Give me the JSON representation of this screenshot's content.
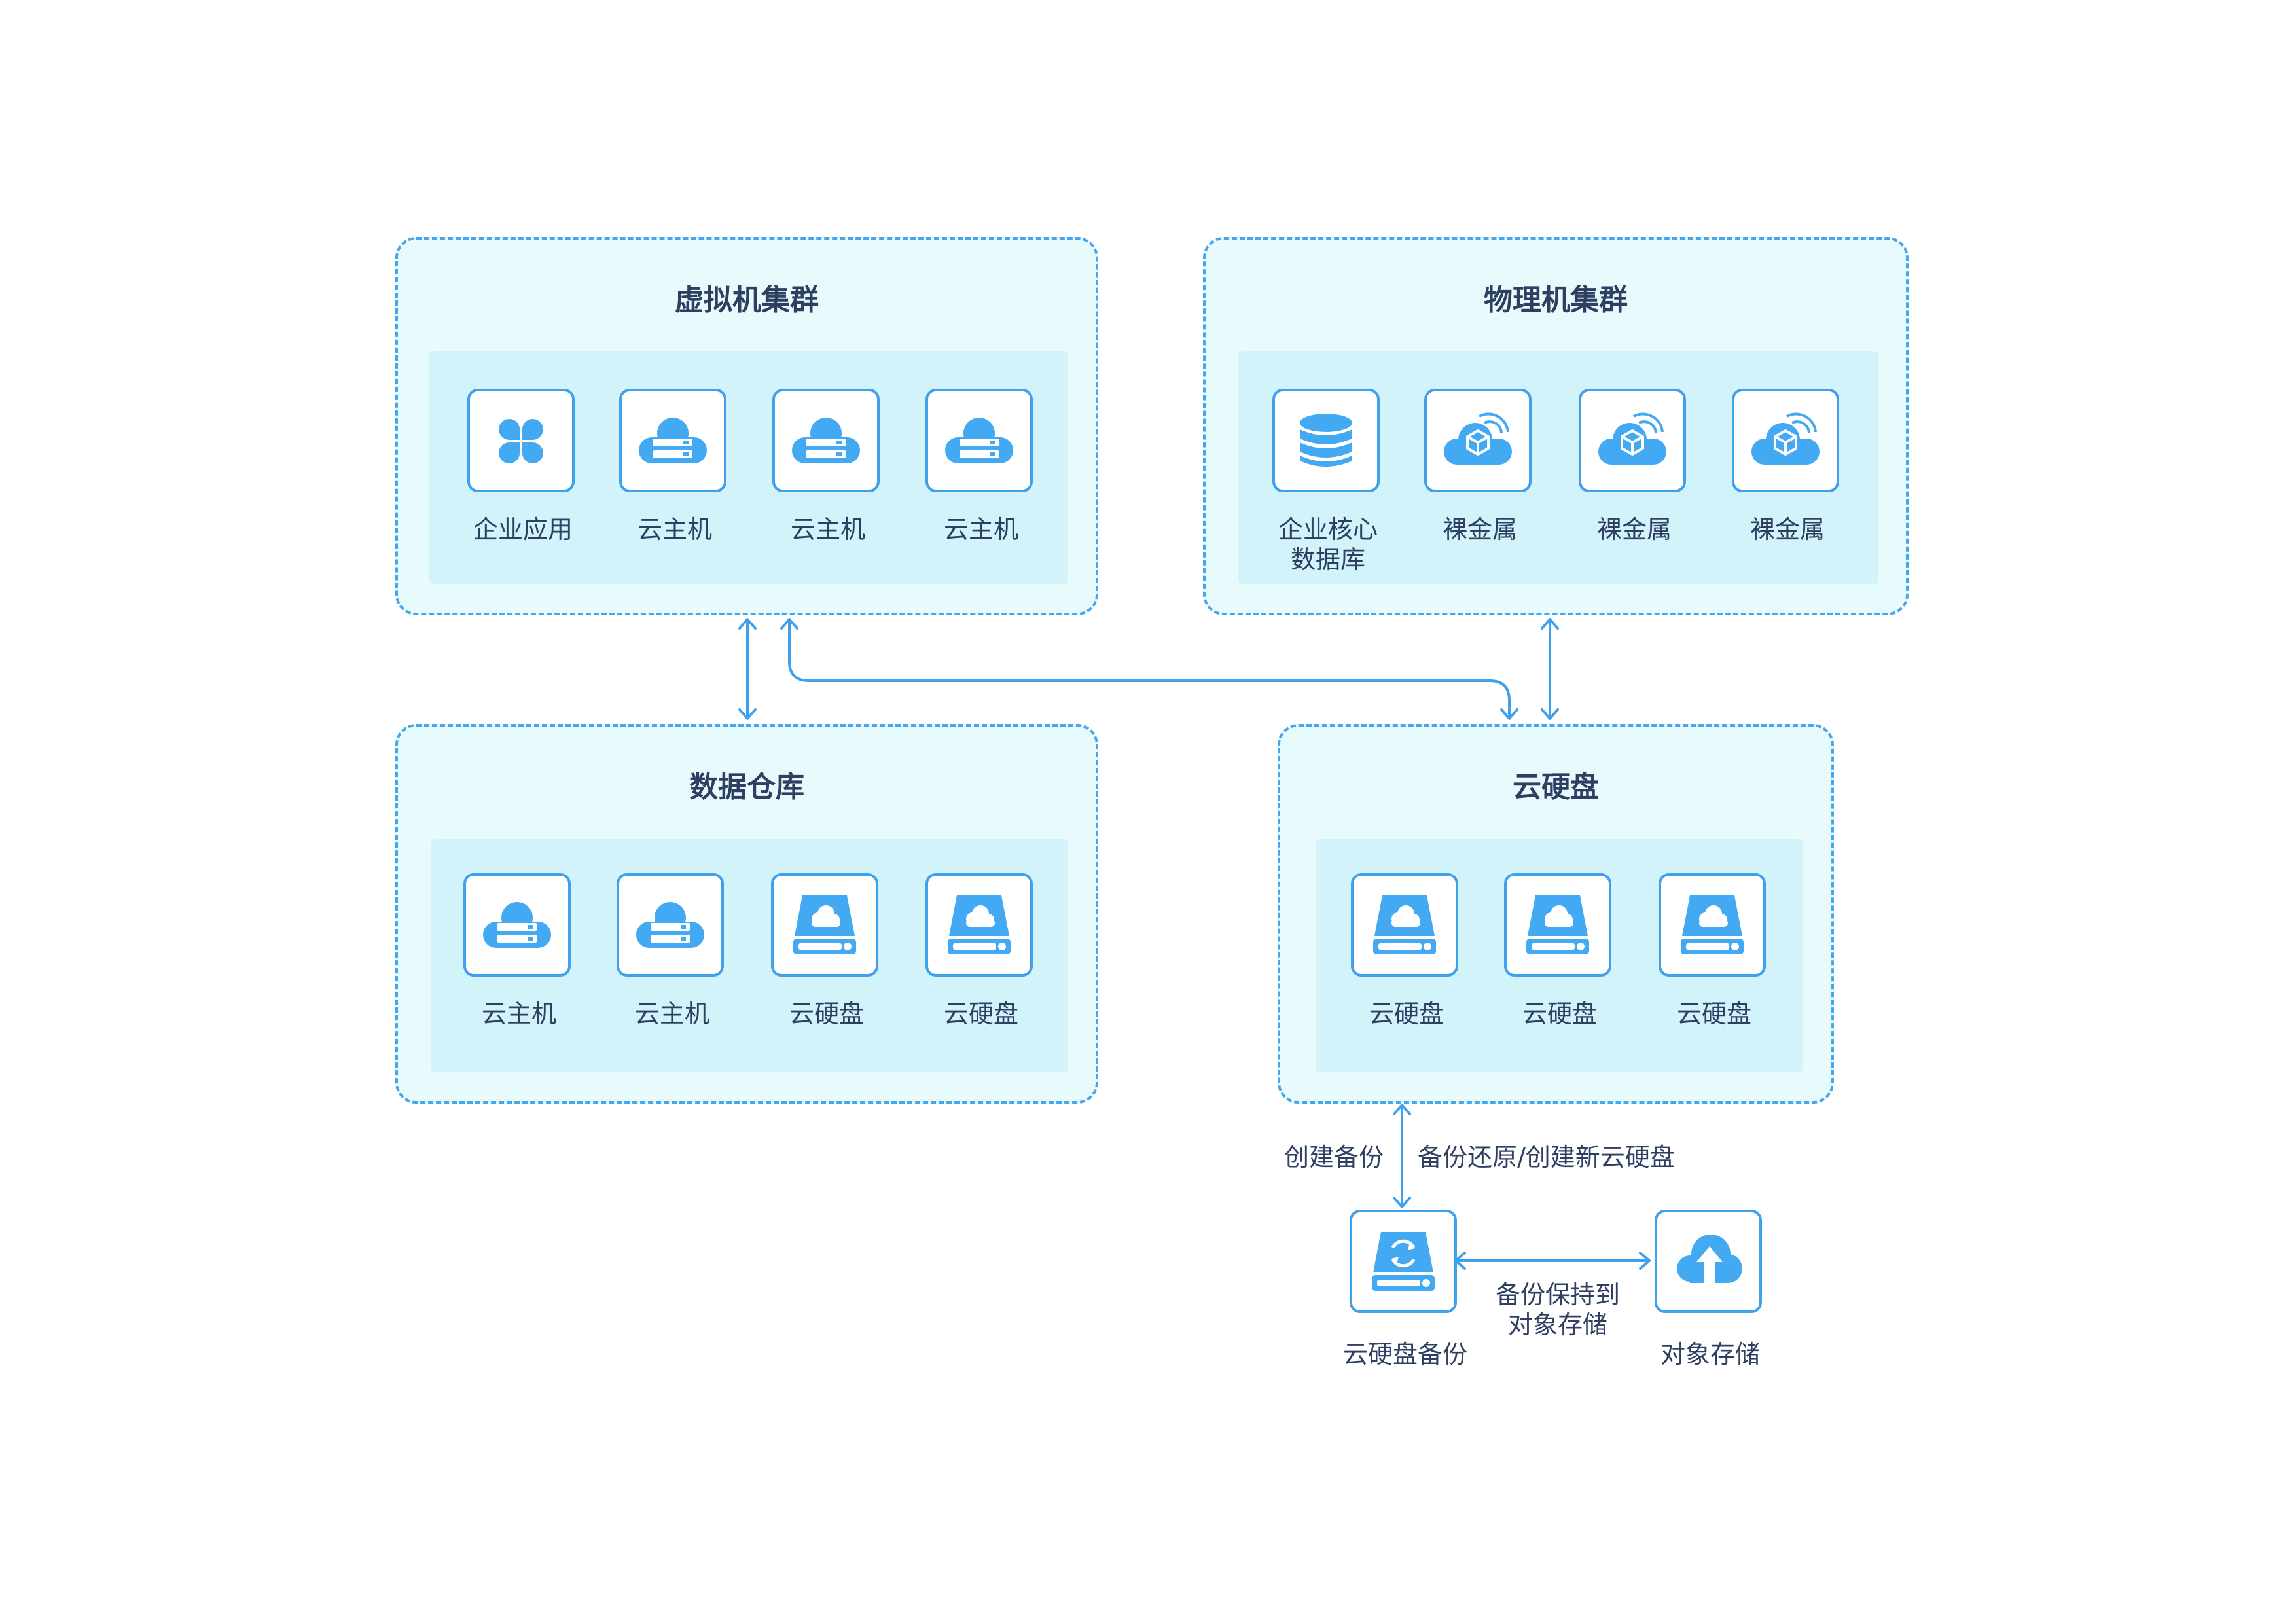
{
  "clusters": {
    "vm": {
      "title": "虚拟机集群",
      "nodes": [
        {
          "label": "企业应用",
          "icon": "app-grid-icon"
        },
        {
          "label": "云主机",
          "icon": "cloud-server-icon"
        },
        {
          "label": "云主机",
          "icon": "cloud-server-icon"
        },
        {
          "label": "云主机",
          "icon": "cloud-server-icon"
        }
      ]
    },
    "pm": {
      "title": "物理机集群",
      "nodes": [
        {
          "label": "企业核心\n数据库",
          "icon": "database-icon"
        },
        {
          "label": "裸金属",
          "icon": "bare-metal-cloud-icon"
        },
        {
          "label": "裸金属",
          "icon": "bare-metal-cloud-icon"
        },
        {
          "label": "裸金属",
          "icon": "bare-metal-cloud-icon"
        }
      ]
    },
    "dw": {
      "title": "数据仓库",
      "nodes": [
        {
          "label": "云主机",
          "icon": "cloud-server-icon"
        },
        {
          "label": "云主机",
          "icon": "cloud-server-icon"
        },
        {
          "label": "云硬盘",
          "icon": "cloud-disk-icon"
        },
        {
          "label": "云硬盘",
          "icon": "cloud-disk-icon"
        }
      ]
    },
    "cd": {
      "title": "云硬盘",
      "nodes": [
        {
          "label": "云硬盘",
          "icon": "cloud-disk-icon"
        },
        {
          "label": "云硬盘",
          "icon": "cloud-disk-icon"
        },
        {
          "label": "云硬盘",
          "icon": "cloud-disk-icon"
        }
      ]
    }
  },
  "backup": {
    "label": "云硬盘备份",
    "icon": "disk-backup-icon",
    "create_label": "创建备份",
    "restore_label": "备份还原/创建新云硬盘"
  },
  "object_storage": {
    "label": "对象存储",
    "icon": "cloud-upload-icon",
    "link_label": "备份保持到\n对象存储"
  },
  "colors": {
    "accent": "#3fa1ec",
    "icon_fill": "#43a9f2",
    "border": "#45a6ec",
    "cluster_bg": "#e7fbfd",
    "panel_bg": "#d3f3fb",
    "text": "#2e3f62"
  }
}
